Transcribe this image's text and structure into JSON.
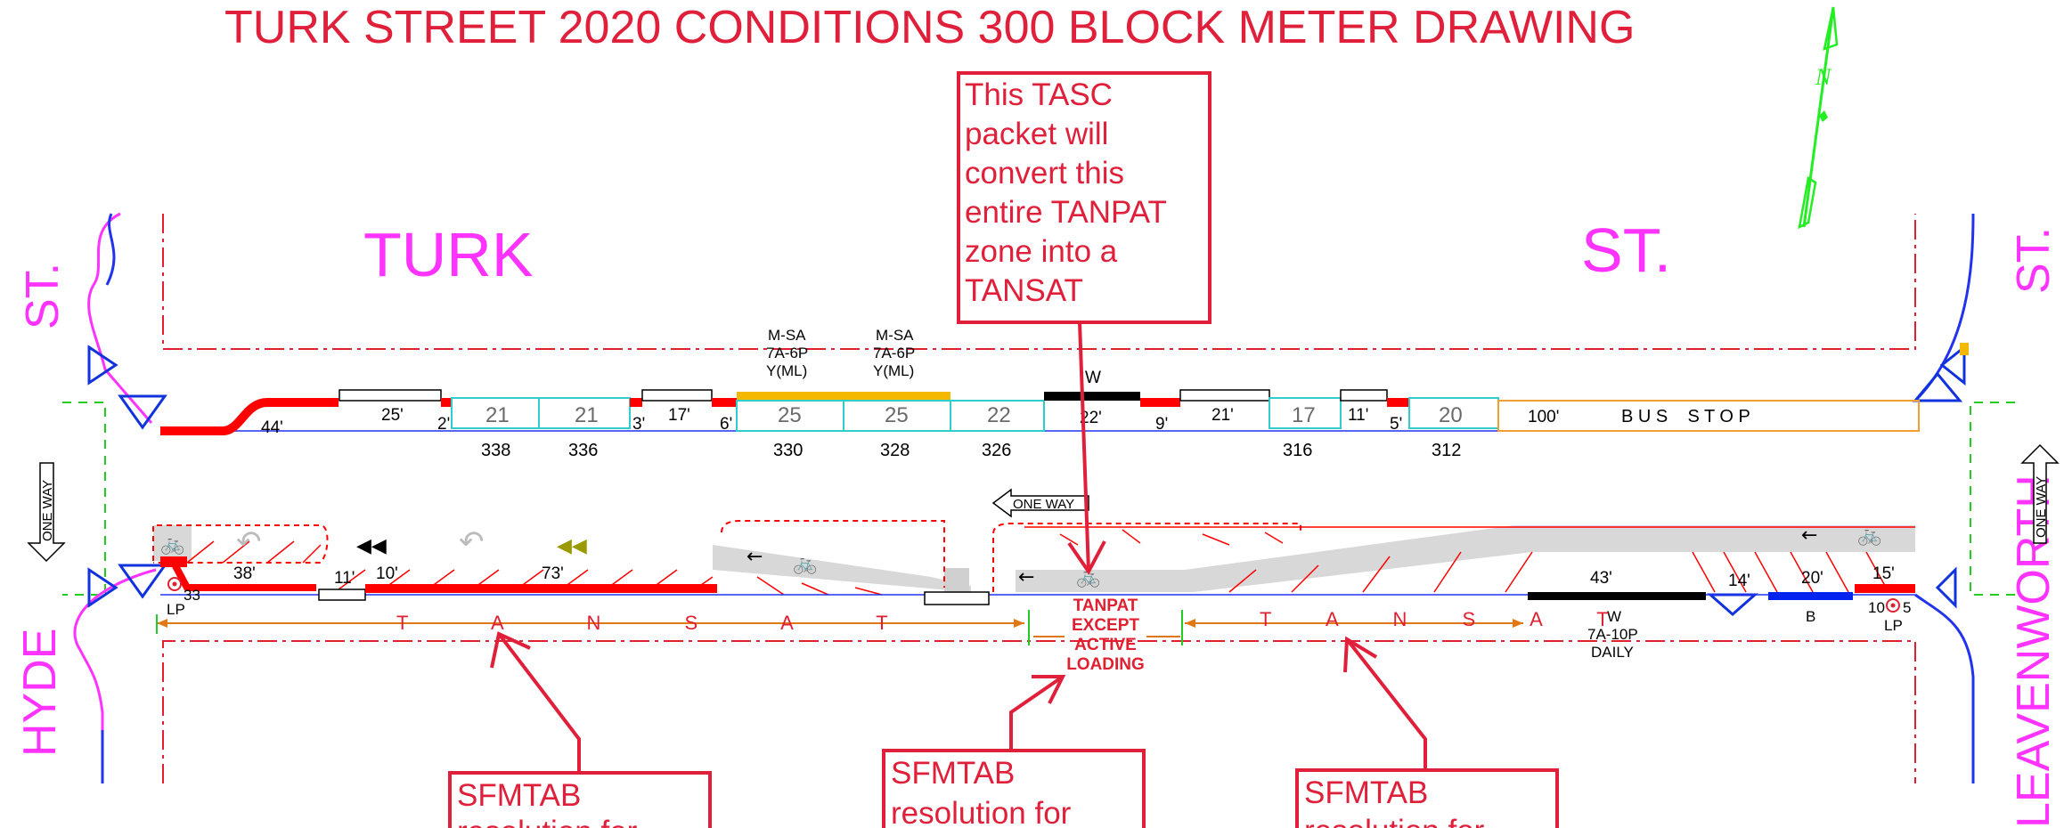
{
  "title": "TURK STREET 2020 CONDITIONS 300 BLOCK METER DRAWING",
  "streets": {
    "turk_left": "TURK",
    "turk_right": "ST.",
    "hyde_st": "ST.",
    "hyde": "HYDE",
    "leav_st": "ST.",
    "leavenworth": "LEAVENWORTH"
  },
  "north_label": "N",
  "one_way": "ONE WAY",
  "north_side": {
    "segments": [
      "44'",
      "25'",
      "2'",
      "3'",
      "17'",
      "6'",
      "22'",
      "9'",
      "21'",
      "11'",
      "5'",
      "100'"
    ],
    "meters": [
      {
        "num": "21",
        "id": "338"
      },
      {
        "num": "21",
        "id": "336"
      },
      {
        "num": "25",
        "id": "330"
      },
      {
        "num": "25",
        "id": "328"
      },
      {
        "num": "22",
        "id": "326"
      },
      {
        "num": "17",
        "id": "316"
      },
      {
        "num": "20",
        "id": "312"
      }
    ],
    "yellow_sign": [
      "M-SA",
      "7A-6P",
      "Y(ML)"
    ],
    "white_zone": "W",
    "bus_stop": "B U S    S T O P"
  },
  "south_side": {
    "segments": [
      "38'",
      "11'",
      "10'",
      "73'",
      "43'",
      "14'",
      "20'",
      "15'"
    ],
    "lp_left": "LP",
    "lp_left_num": "33",
    "lp_right": "LP",
    "lp_right_num": "10",
    "lp_right_num2": "5",
    "white_zone": [
      "W",
      "7A-10P",
      "DAILY"
    ],
    "blue_zone": "B"
  },
  "zones": {
    "tansat_left": "T A N S A T",
    "tansat_right": "T A N S A T",
    "tanpat": [
      "TANPAT",
      "EXCEPT",
      "ACTIVE",
      "LOADING"
    ]
  },
  "callouts": {
    "top": [
      "This TASC",
      "packet will",
      "convert this",
      "entire TANPAT",
      "zone into a",
      "TANSAT"
    ],
    "bottom_left": [
      "SFMTAB",
      "resolution for"
    ],
    "bottom_mid": [
      "SFMTAB",
      "resolution for"
    ],
    "bottom_right": [
      "SFMTAB",
      "resolution for"
    ]
  },
  "colors": {
    "accent_red": "#e0203a",
    "curb_red": "#ff0000",
    "magenta": "#ff33ff",
    "cyan": "#33cccc",
    "yellow": "#f5b800",
    "blue": "#0022ee",
    "green": "#00ee00"
  }
}
